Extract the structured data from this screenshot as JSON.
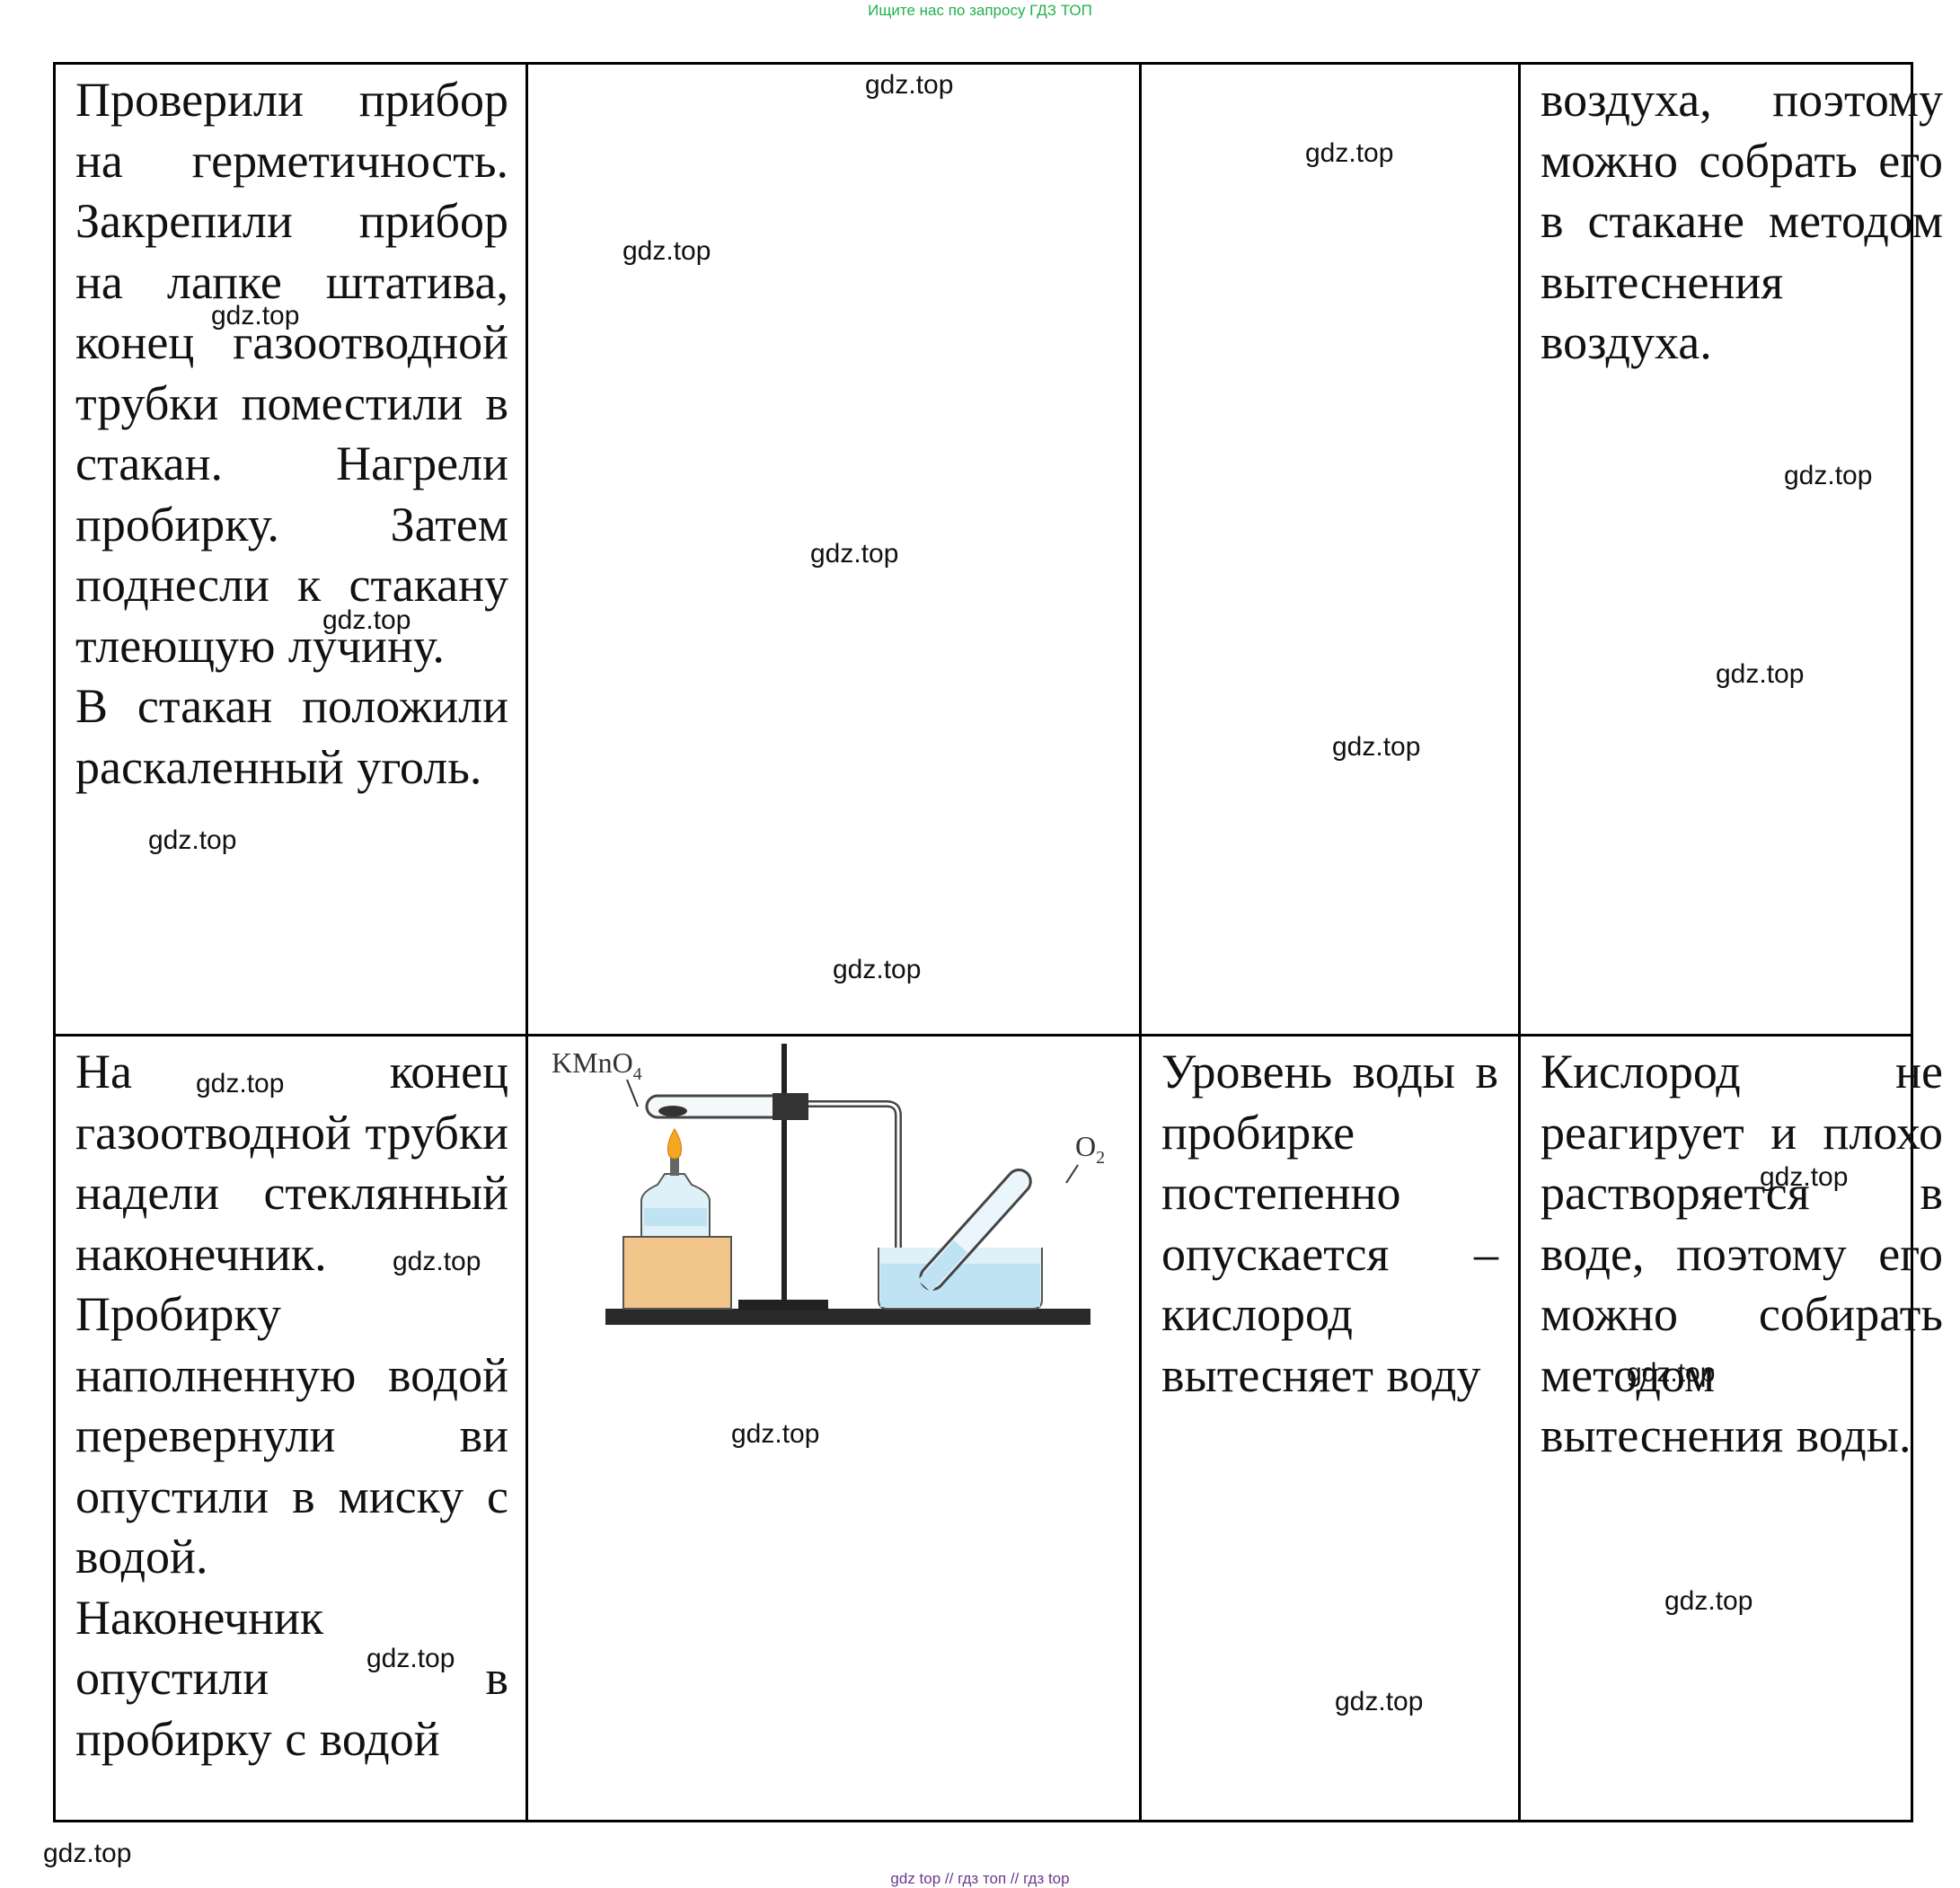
{
  "header_banner": "Ищите нас по запросу ГДЗ ТОП",
  "footer_banner": "gdz top  //  гдз топ  //  гдз top",
  "watermark": "gdz.top",
  "table": {
    "row1": {
      "procedure": [
        "Проверили прибор на герметичность. Закрепили прибор на лапке штатива, конец газоотводной трубки поместили в стакан. Нагрели пробирку. Затем поднесли к стакану тлеющую лучину.",
        "В стакан положили раскаленный уголь."
      ],
      "conclusion": "воздуха, поэтому можно собрать его в стакане методом вытеснения воздуха."
    },
    "row2": {
      "procedure": [
        "На конец газоотводной трубки надели стеклянный наконечник.",
        "Пробирку наполненную водой перевернули ви опустили в миску с водой.",
        "Наконечник опустили в пробирку с водой"
      ],
      "figure_labels": {
        "reagent": "KMnO",
        "reagent_sub": "4",
        "gas": "O",
        "gas_sub": "2"
      },
      "observation": "Уровень воды в пробирке постепенно опускается – кислород вытесняет воду",
      "conclusion": "Кислород не реагирует и плохо растворяется в воде, поэтому его можно собирать методом вытеснения воды."
    }
  },
  "colors": {
    "banner_top": "#22b14c",
    "banner_bottom": "#6b3a8c",
    "water": "#bfe3f2",
    "block": "#f2c58a",
    "flame": "#f5a623"
  }
}
